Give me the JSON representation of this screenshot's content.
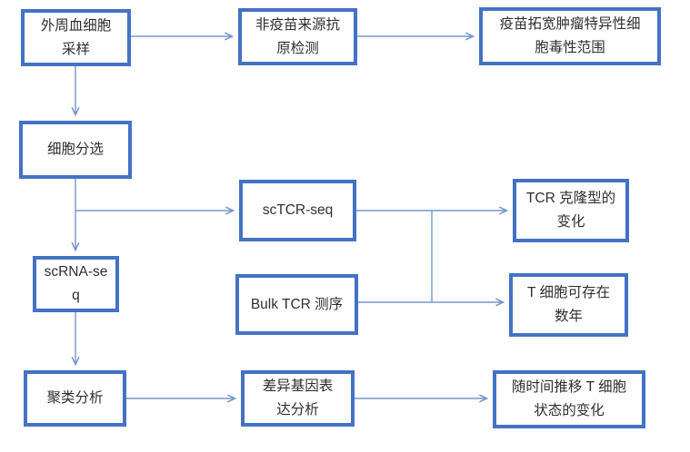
{
  "diagram": {
    "type": "flowchart",
    "description": "Single-cell sequencing vaccine analysis workflow",
    "colors": {
      "node_border": "#4472C4",
      "node_fill": "#FFFFFF",
      "connector": "#7696CC",
      "text": "#2F2F2F",
      "background": "#FFFFFF"
    }
  },
  "nodes": {
    "sampling": {
      "label": "外周血细胞\n采样"
    },
    "antigen": {
      "label": "非疫苗来源抗\n原检测"
    },
    "vaccine_scope": {
      "label": "疫苗拓宽肿瘤特异性细\n胞毒性范围"
    },
    "cell_sorting": {
      "label": "细胞分选"
    },
    "sctcr": {
      "label": "scTCR-seq"
    },
    "tcr_clonotype": {
      "label": "TCR 克隆型的\n变化"
    },
    "scrna": {
      "label": "scRNA-se\nq"
    },
    "bulk_tcr": {
      "label": "Bulk TCR 测序"
    },
    "t_persist": {
      "label": "T 细胞可存在\n数年"
    },
    "clustering": {
      "label": "聚类分析"
    },
    "deg": {
      "label": "差异基因表\n达分析"
    },
    "t_state": {
      "label": "随时间推移 T 细胞\n状态的变化"
    }
  },
  "edges": [
    {
      "from": "sampling",
      "to": "antigen"
    },
    {
      "from": "antigen",
      "to": "vaccine_scope"
    },
    {
      "from": "sampling",
      "to": "cell_sorting"
    },
    {
      "from": "cell_sorting",
      "to": "sctcr"
    },
    {
      "from": "cell_sorting",
      "to": "scrna"
    },
    {
      "from": "sctcr",
      "to": "tcr_clonotype"
    },
    {
      "from": "bulk_tcr",
      "to": "t_persist"
    },
    {
      "type": "junction",
      "between": [
        "sctcr→tcr_clonotype",
        "bulk_tcr→t_persist"
      ]
    },
    {
      "from": "scrna",
      "to": "clustering"
    },
    {
      "from": "clustering",
      "to": "deg"
    },
    {
      "from": "deg",
      "to": "t_state"
    }
  ]
}
